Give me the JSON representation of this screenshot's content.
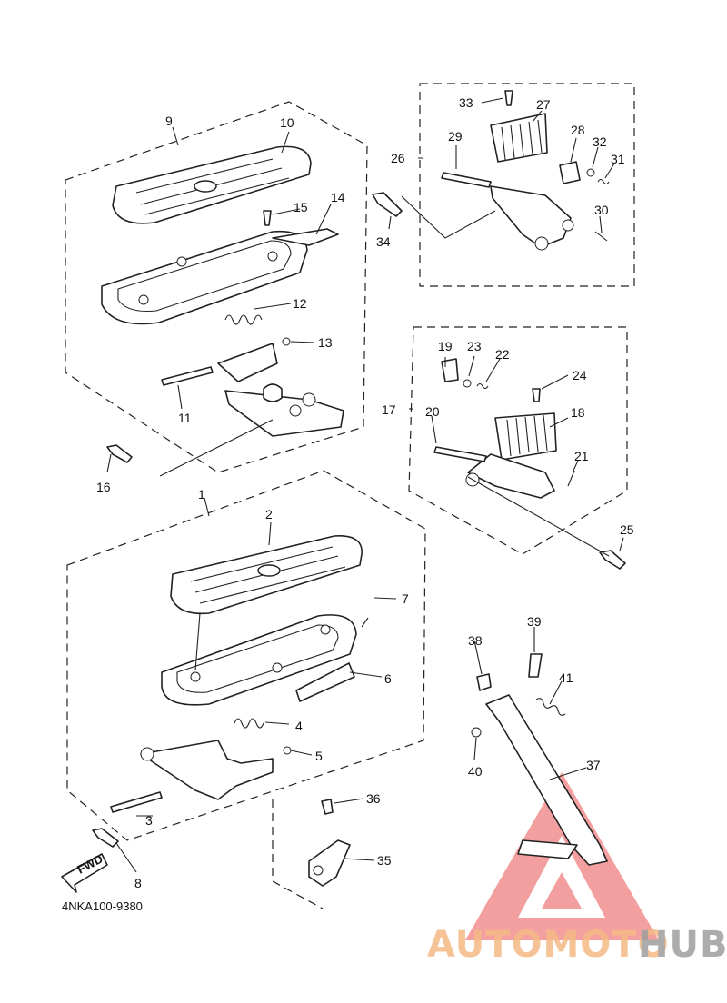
{
  "labels": {
    "p1": "1",
    "p2": "2",
    "p3": "3",
    "p4": "4",
    "p5": "5",
    "p6": "6",
    "p7": "7",
    "p8": "8",
    "p9": "9",
    "p10": "10",
    "p11": "11",
    "p12": "12",
    "p13": "13",
    "p14": "14",
    "p15": "15",
    "p16": "16",
    "p17": "17",
    "p18": "18",
    "p19": "19",
    "p20": "20",
    "p21": "21",
    "p22": "22",
    "p23": "23",
    "p25": "25",
    "p26": "26",
    "p27": "27",
    "p28": "28",
    "p29": "29",
    "p30": "30",
    "p31": "31",
    "p32": "32",
    "p33": "33",
    "p34": "34",
    "p35": "35",
    "p36": "36",
    "p37": "37",
    "p38": "38",
    "p39": "39",
    "p40": "40",
    "p41": "41",
    "p24": "24"
  },
  "diagram_code": "4NKA100-9380",
  "fwd_label": "FWD",
  "watermark": {
    "part1": "AUTOMOTO",
    "part2": "HUB",
    "color1": "#f5b985",
    "color2": "#9e9e9e",
    "logo_color": "#f08080"
  }
}
